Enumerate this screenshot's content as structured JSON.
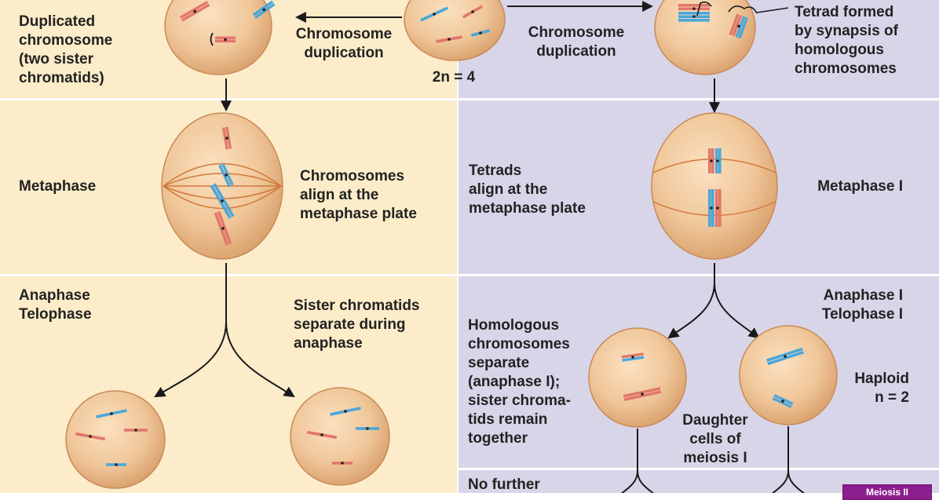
{
  "colors": {
    "mitosis_bg": "#fcecc9",
    "meiosis_bg": "#d8d5e9",
    "divider": "#ffffff",
    "cell_fill": "#f0c79a",
    "cell_edge": "#c98a58",
    "spindle": "#d2793c",
    "maternal": "#e2766a",
    "paternal": "#4ba7d8",
    "centromere": "#222222",
    "arrow": "#1a1a1a",
    "badge": "#8c1f8e"
  },
  "mitosis": {
    "duplicated_chromosome_label": "Duplicated\nchromosome\n(two sister\nchromatids)",
    "duplication_label": "Chromosome\nduplication",
    "metaphase_label": "Metaphase",
    "metaphase_desc": "Chromosomes\nalign at the\nmetaphase plate",
    "anaphase_label": "Anaphase\nTelophase",
    "anaphase_desc": "Sister chromatids\nseparate during\nanaphase"
  },
  "parent": {
    "ploidy_label": "2n = 4"
  },
  "meiosis": {
    "duplication_label": "Chromosome\nduplication",
    "tetrad_label": "Tetrad formed\nby synapsis of\nhomologous\nchromosomes",
    "tetrads_align_label": "Tetrads\nalign at the\nmetaphase plate",
    "metaphase_label": "Metaphase I",
    "anaphase_label": "Anaphase I\nTelophase I",
    "homologous_label": "Homologous\nchromosomes\nseparate\n(anaphase I);\nsister chroma-\ntids remain\ntogether",
    "daughter_cells_label": "Daughter\ncells of\nmeiosis I",
    "haploid_label": "Haploid\nn = 2",
    "no_further_label": "No further",
    "badge_label": "Meiosis II"
  }
}
